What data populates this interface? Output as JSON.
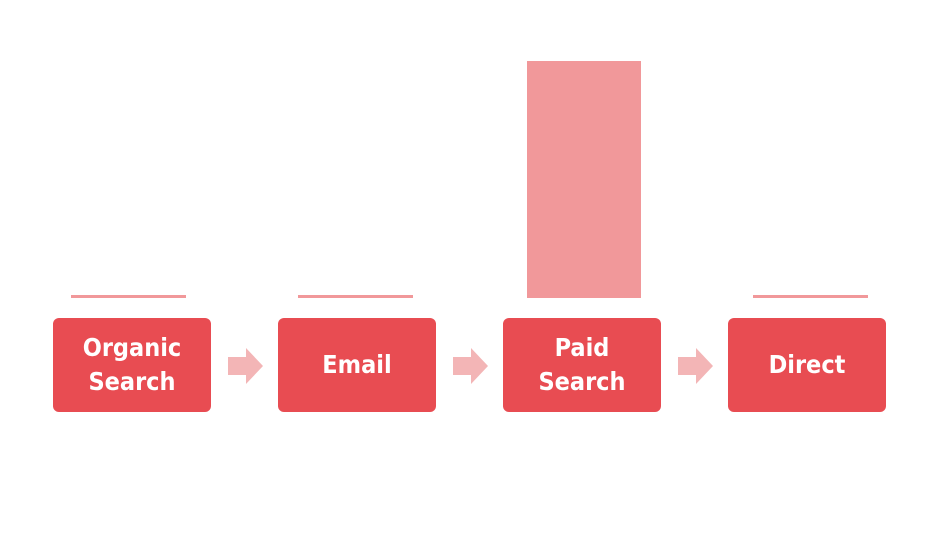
{
  "colors": {
    "box_fill": "#e84c52",
    "box_text": "#ffffff",
    "bar_fill": "#f1989a",
    "arrow_fill": "#f3b5b6",
    "background": "#ffffff"
  },
  "steps": [
    {
      "label": "Organic\nSearch"
    },
    {
      "label": "Email"
    },
    {
      "label": "Paid\nSearch"
    },
    {
      "label": "Direct"
    }
  ],
  "connector_icon": "right-arrow-icon"
}
